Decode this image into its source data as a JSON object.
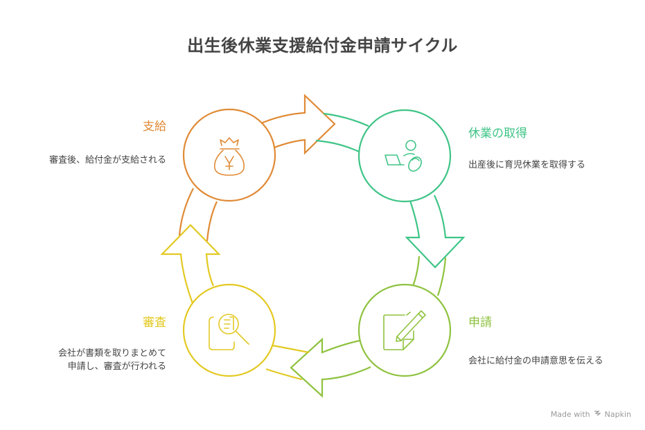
{
  "title": "出生後休業支援給付金申請サイクル",
  "colors": {
    "payment": "#E08A35",
    "leave": "#3EC486",
    "application": "#8EC23E",
    "review": "#E3C922",
    "text": "#444444"
  },
  "stages": [
    {
      "id": "payment",
      "title": "支給",
      "description": "審査後、給付金が支給される",
      "icon": "money-bag-yen-icon"
    },
    {
      "id": "leave",
      "title": "休業の取得",
      "description": "出産後に育児休業を取得する",
      "icon": "parent-laptop-baby-icon"
    },
    {
      "id": "application",
      "title": "申請",
      "description": "会社に給付金の申請意思を伝える",
      "icon": "document-pen-icon"
    },
    {
      "id": "review",
      "title": "審査",
      "description_lines": [
        "会社が書類を取りまとめて",
        "申請し、審査が行われる"
      ],
      "icon": "document-magnifier-icon"
    }
  ],
  "footer": {
    "made_with": "Made with",
    "brand": "Napkin"
  }
}
